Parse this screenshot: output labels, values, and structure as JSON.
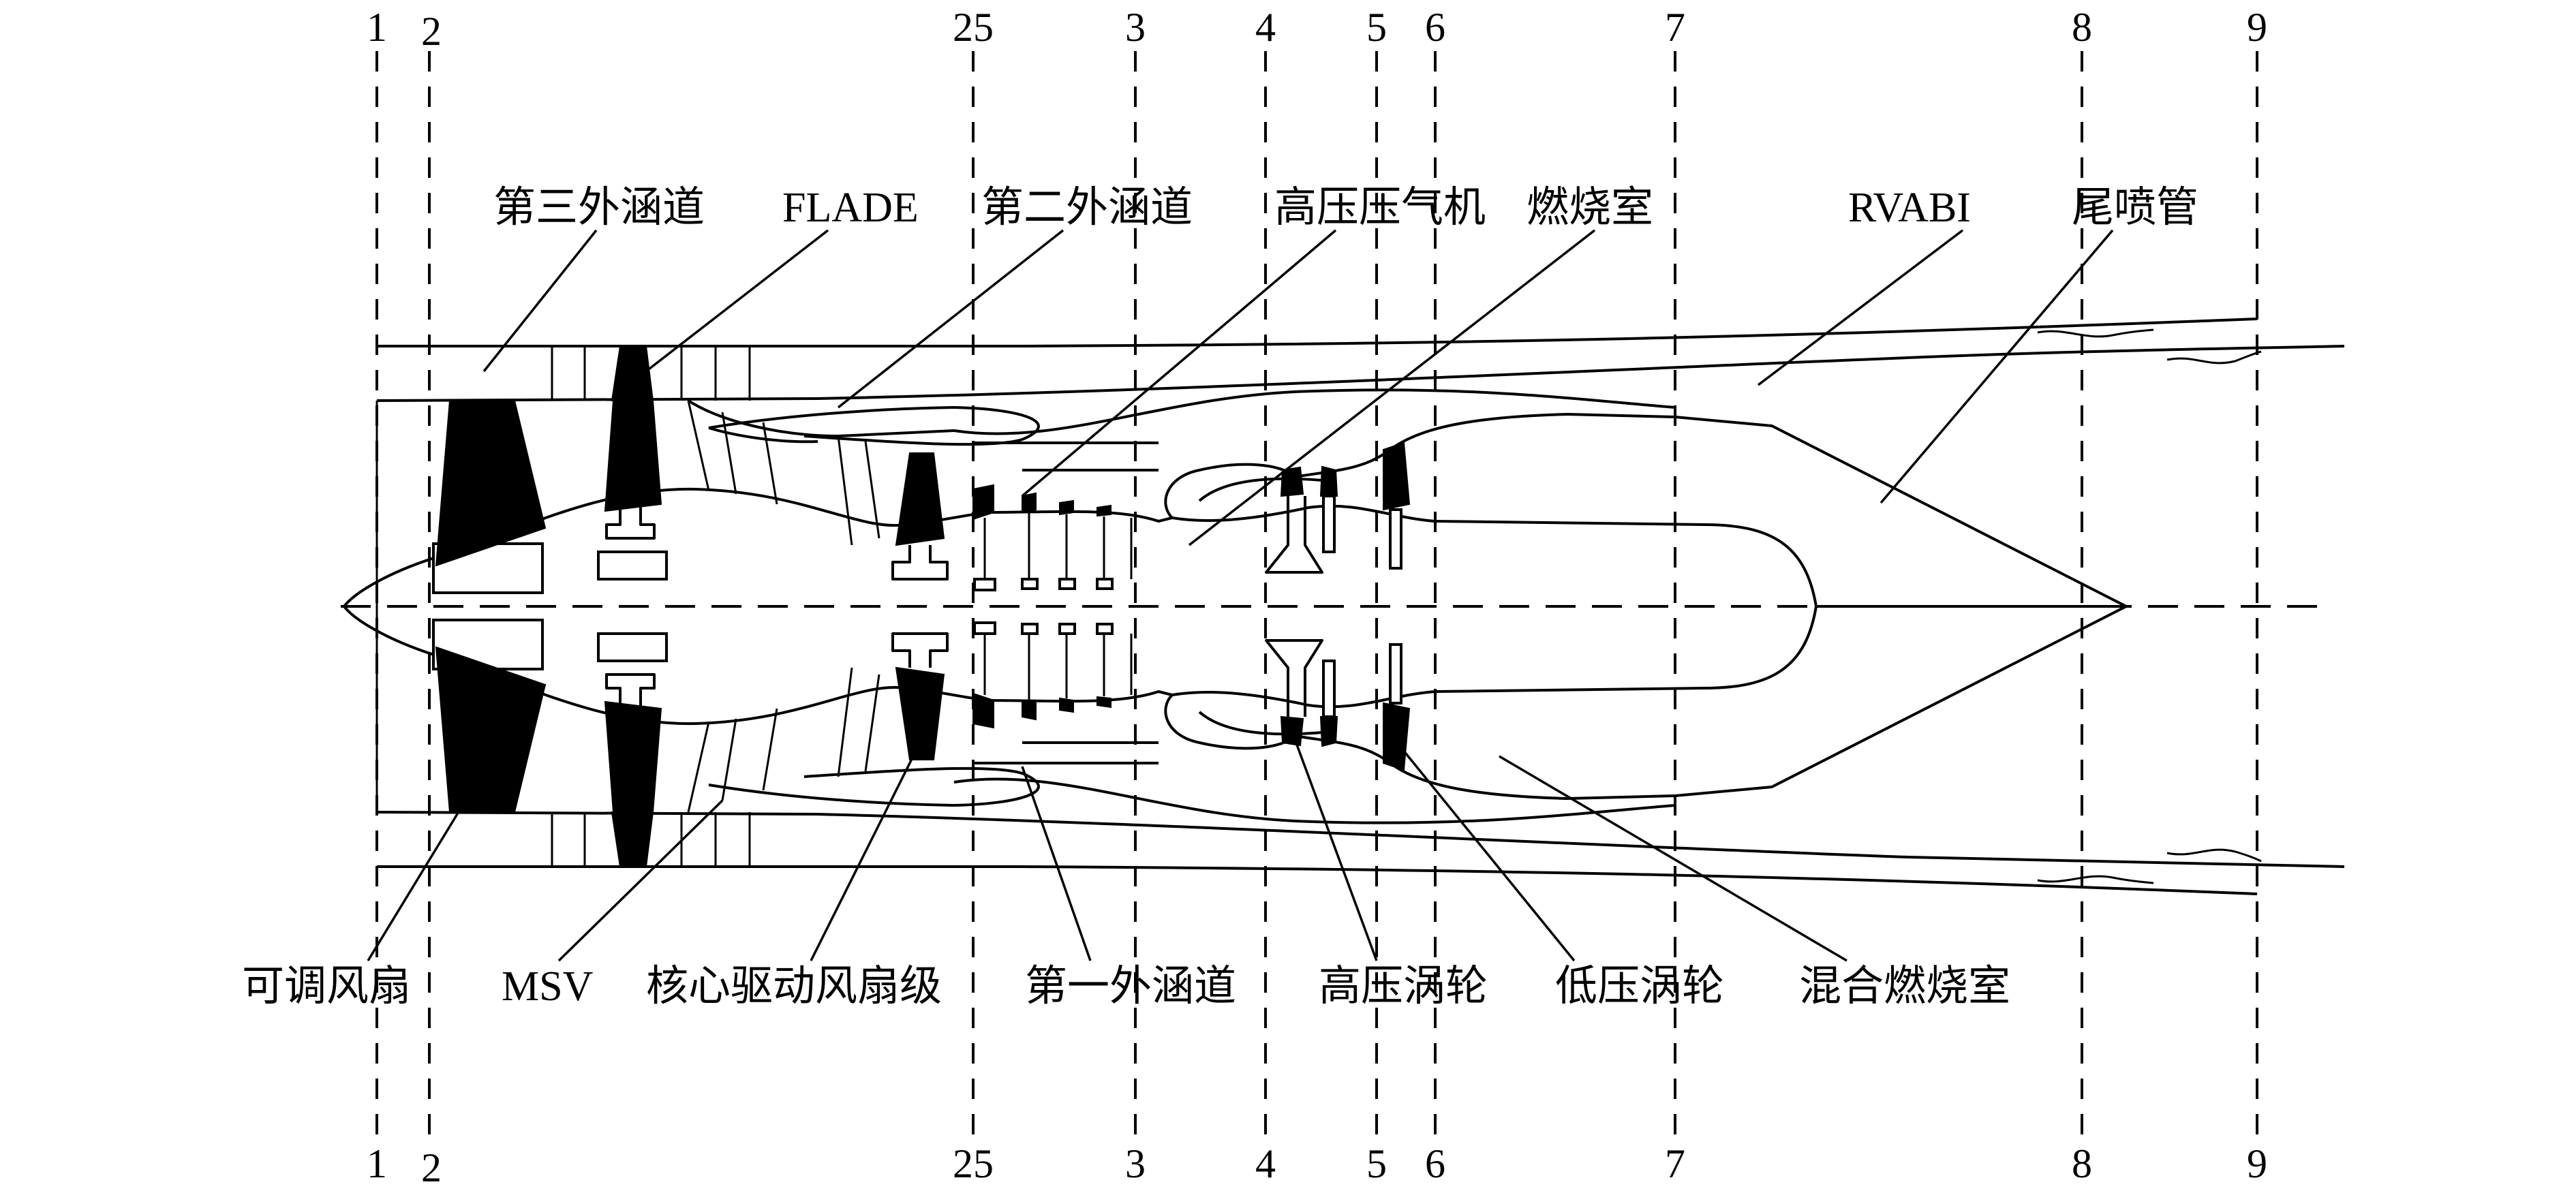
{
  "stations": [
    "1",
    "2",
    "25",
    "3",
    "4",
    "5",
    "6",
    "7",
    "8",
    "9"
  ],
  "labels_top": {
    "third_bypass": "第三外涵道",
    "flade": "FLADE",
    "second_bypass": "第二外涵道",
    "hp_compressor": "高压压气机",
    "combustor": "燃烧室",
    "rvabi": "RVABI",
    "nozzle": "尾喷管"
  },
  "labels_bottom": {
    "variable_fan": "可调风扇",
    "msv": "MSV",
    "core_driven_fan_stage": "核心驱动风扇级",
    "first_bypass": "第一外涵道",
    "hp_turbine": "高压涡轮",
    "lp_turbine": "低压涡轮",
    "mixed_combustor": "混合燃烧室"
  }
}
